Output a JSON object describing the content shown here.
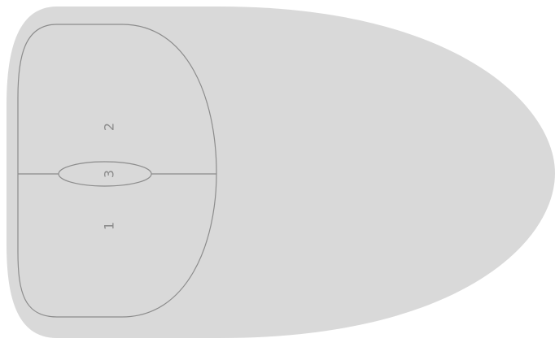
{
  "mouse": {
    "buttons": [
      {
        "id": "button-1",
        "label": "1"
      },
      {
        "id": "button-2",
        "label": "2"
      },
      {
        "id": "scroll-wheel",
        "label": "3"
      }
    ]
  },
  "colors": {
    "body": "#d9d9d9",
    "outline": "#8c8c8c",
    "label": "#8c8c8c"
  }
}
